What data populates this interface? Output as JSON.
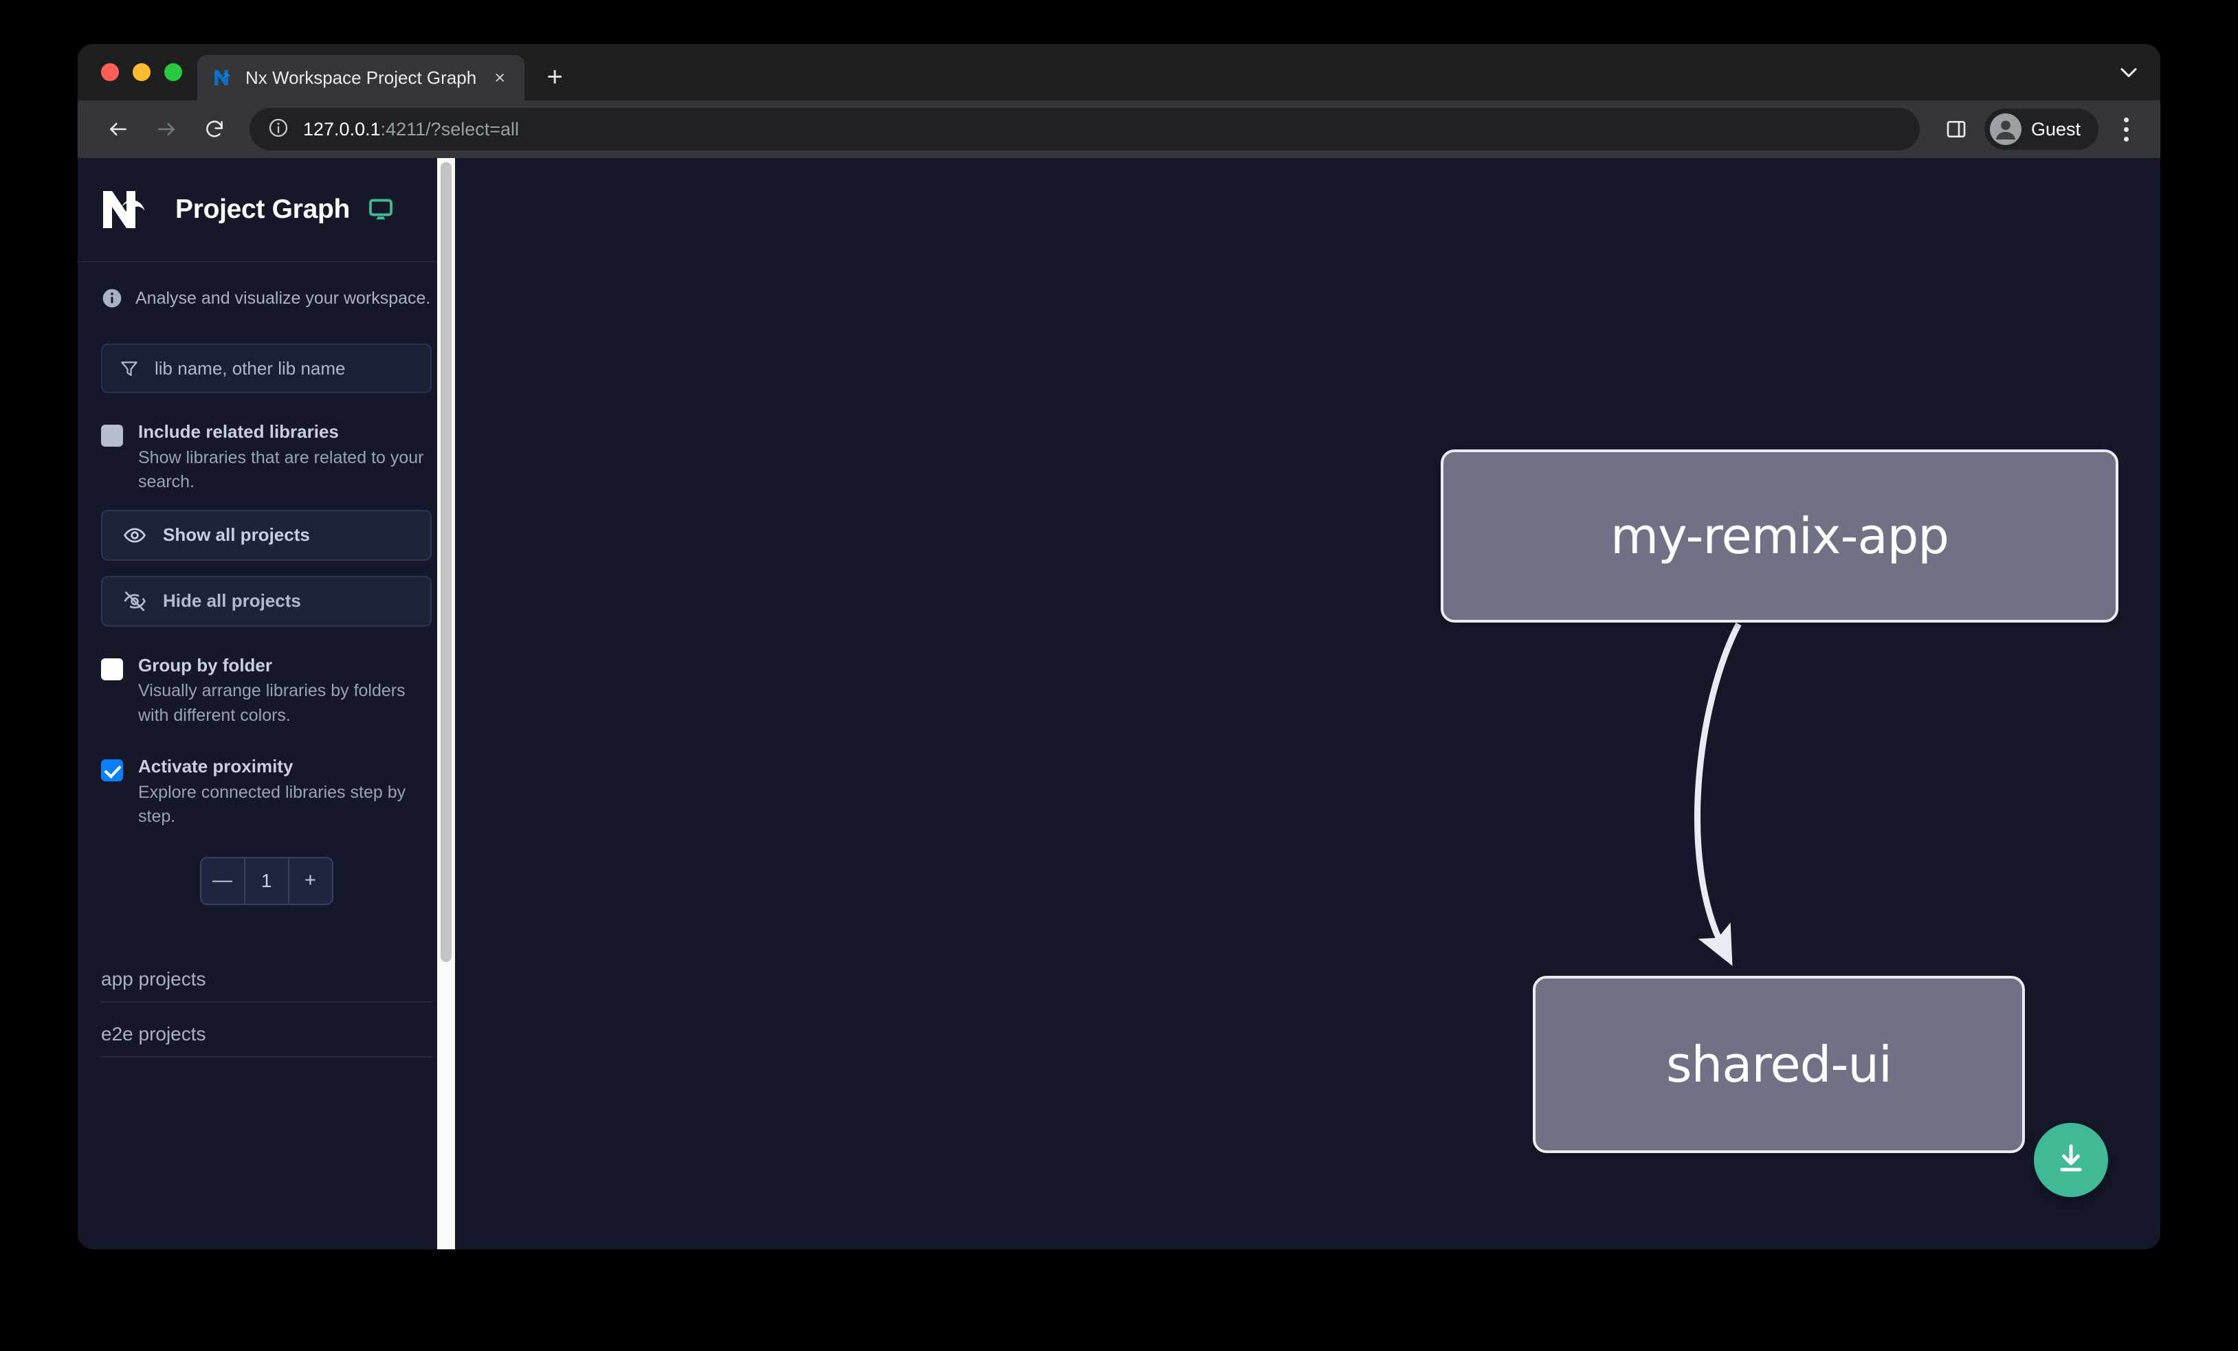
{
  "browser": {
    "tab": {
      "title": "Nx Workspace Project Graph",
      "favicon": "nx-favicon-icon",
      "close_label": "×"
    },
    "new_tab_label": "+",
    "tabstrip_chevron": "chevron-down-icon",
    "toolbar": {
      "back": "back-arrow-icon",
      "forward": "forward-arrow-icon",
      "reload": "reload-icon",
      "site_info": "info-circle-icon",
      "url_host": "127.0.0.1",
      "url_rest": ":4211/?select=all",
      "side_panel": "side-panel-icon",
      "profile_name": "Guest",
      "profile_avatar": "person-avatar-icon",
      "menu": "three-dot-menu-icon"
    }
  },
  "sidebar": {
    "title": "Project Graph",
    "logo": "nx-logo-icon",
    "monitor_icon": "monitor-icon",
    "tagline": "Analyse and visualize your workspace.",
    "info_icon": "info-icon",
    "search": {
      "placeholder": "lib name, other lib name",
      "value": "",
      "icon": "filter-funnel-icon"
    },
    "options": [
      {
        "label": "Include related libraries",
        "description": "Show libraries that are related to your search.",
        "state": "disabled"
      },
      {
        "label": "Group by folder",
        "description": "Visually arrange libraries by folders with different colors.",
        "state": "unchecked"
      },
      {
        "label": "Activate proximity",
        "description": "Explore connected libraries step by step.",
        "state": "checked"
      }
    ],
    "buttons": [
      {
        "label": "Show all projects",
        "icon": "eye-icon"
      },
      {
        "label": "Hide all projects",
        "icon": "eye-slash-icon"
      }
    ],
    "stepper": {
      "decrement_label": "—",
      "value": "1",
      "increment_label": "+"
    },
    "sections": [
      {
        "label": "app projects"
      },
      {
        "label": "e2e projects"
      }
    ]
  },
  "graph": {
    "nodes": [
      {
        "id": "my-remix-app",
        "label": "my-remix-app"
      },
      {
        "id": "shared-ui",
        "label": "shared-ui"
      }
    ],
    "edges": [
      {
        "from": "my-remix-app",
        "to": "shared-ui"
      }
    ],
    "download_button": {
      "icon": "download-icon",
      "color": "#3fb996"
    }
  },
  "colors": {
    "page_background": "#141829",
    "node_fill": "#6f7285",
    "node_border": "#e9ebf2",
    "accent_green": "#3fb996",
    "accent_blue": "#0b7ffb"
  }
}
